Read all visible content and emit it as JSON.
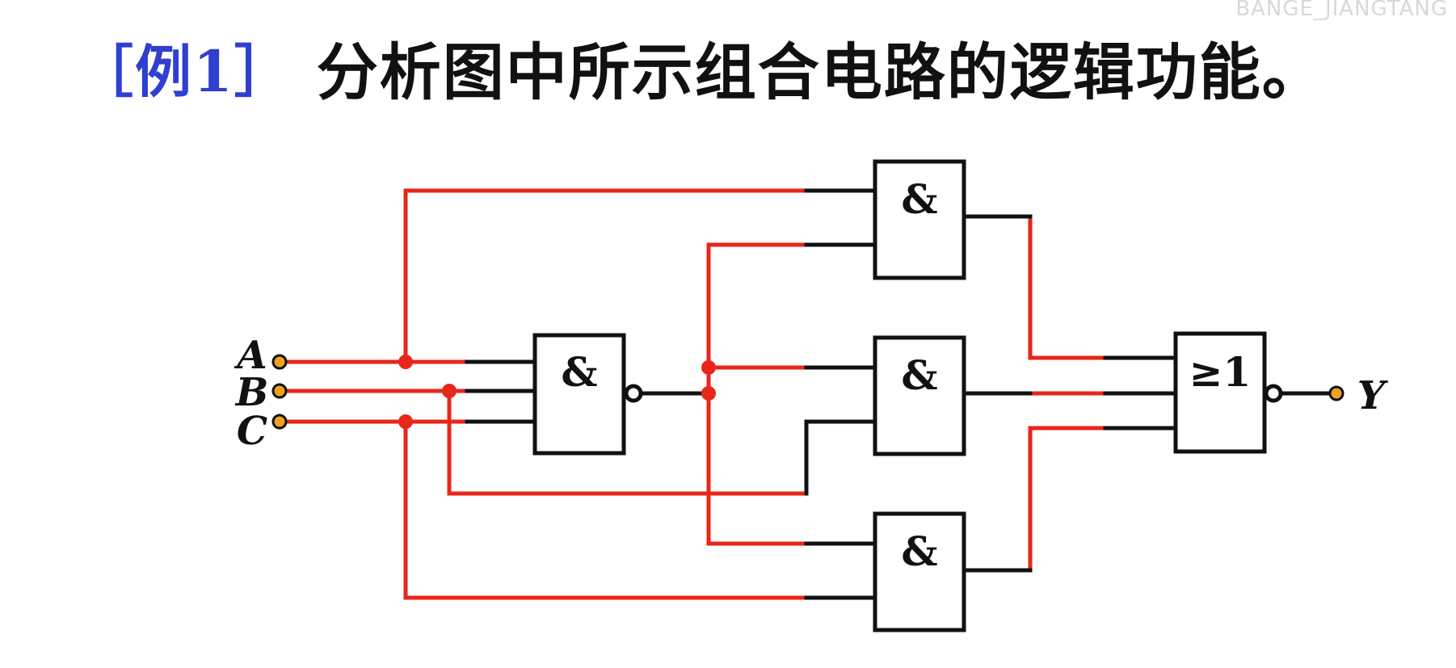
{
  "title": {
    "tag": "［例1］",
    "text": "分析图中所示组合电路的逻辑功能。"
  },
  "watermark": "BANGE_JIANGTANG",
  "inputs": [
    "A",
    "B",
    "C"
  ],
  "output": "Y",
  "gate_symbols": {
    "and": "&",
    "or": "≥1"
  },
  "colors": {
    "wire_highlight": "#e8261a",
    "wire_normal": "#111111",
    "terminal": "#f0a21e",
    "title_tag": "#2f3fd0"
  }
}
